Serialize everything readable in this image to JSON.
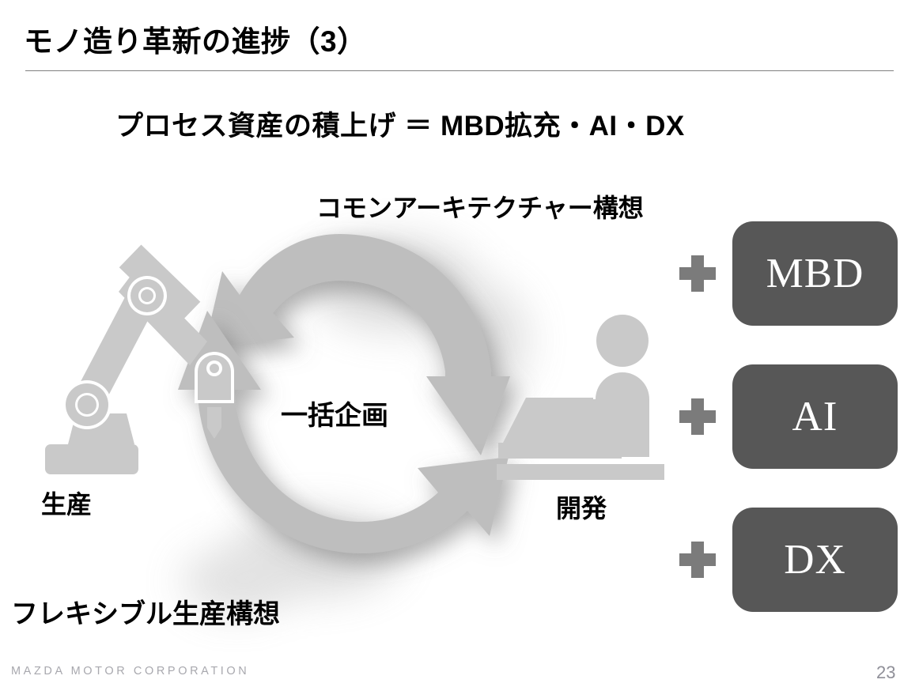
{
  "slide": {
    "title": "モノ造り革新の進捗（3）",
    "subtitle": "プロセス資産の積上げ ＝ MBD拡充・AI・DX"
  },
  "diagram": {
    "top_label": "コモンアーキテクチャー構想",
    "center_label": "一括企画",
    "left_node_label": "生産",
    "right_node_label": "開発",
    "bottom_label": "フレキシブル生産構想",
    "icons": {
      "left": "robot-arm-icon",
      "right": "person-at-laptop-icon",
      "cycle_top": "curved-arrow-left-icon",
      "cycle_bottom": "curved-arrow-right-icon"
    },
    "colors": {
      "arrow_gray": "#bebebe",
      "icon_gray": "#c9c9c9",
      "text_black": "#000000"
    }
  },
  "tech_stack": {
    "plus_symbol": "+",
    "items": [
      {
        "label": "MBD"
      },
      {
        "label": "AI"
      },
      {
        "label": "DX"
      }
    ],
    "box_color": "#575757",
    "plus_color": "#7b7b7b"
  },
  "footer": {
    "brand": "MAZDA MOTOR CORPORATION",
    "page_number": "23"
  }
}
